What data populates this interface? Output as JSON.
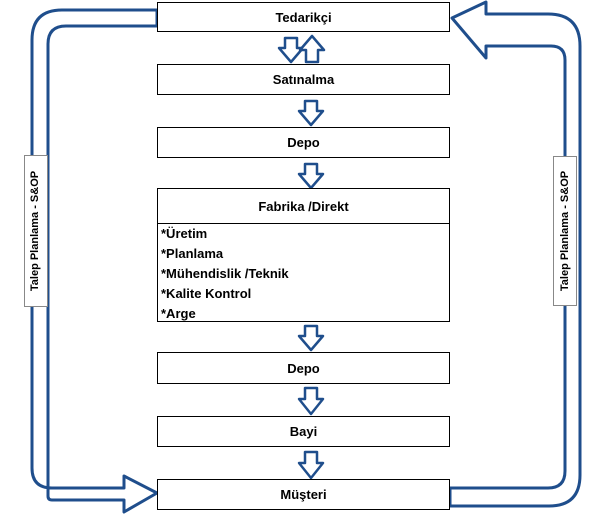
{
  "boxes": {
    "tedarikci": "Tedarikçi",
    "satinalma": "Satınalma",
    "depo_top": "Depo",
    "fabrika_title": "Fabrika /Direkt",
    "fabrika_items": [
      "*Üretim",
      "*Planlama",
      "*Mühendislik /Teknik",
      "*Kalite Kontrol",
      "*Arge"
    ],
    "depo_bottom": "Depo",
    "bayi": "Bayi",
    "musteri": "Müşteri"
  },
  "side_labels": {
    "left": "Talep Planlama - S&OP",
    "right": "Talep Planlama - S&OP"
  },
  "colors": {
    "arrow_stroke": "#1f4e8c",
    "arrow_fill": "#ffffff",
    "box_border": "#000000"
  }
}
